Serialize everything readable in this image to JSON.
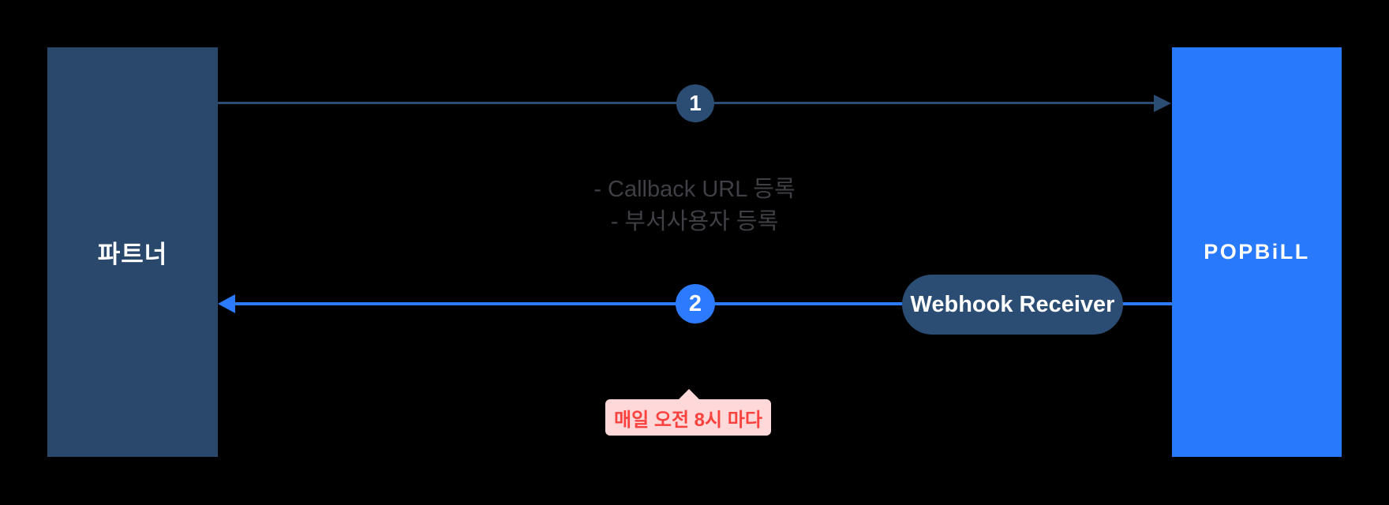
{
  "background_color": "#000000",
  "partner_box": {
    "label": "파트너",
    "color": "#2A486C"
  },
  "popbill_box": {
    "label": "POPBiLL",
    "color": "#2979FD"
  },
  "flow1": {
    "step_number": "1",
    "color": "#2B4D73",
    "direction": "partner-to-popbill"
  },
  "flow2": {
    "step_number": "2",
    "color": "#2C7BFE",
    "direction": "popbill-to-partner"
  },
  "notes": {
    "line1": "- Callback URL 등록",
    "line2": "- 부서사용자 등록",
    "text_color": "#3F4045"
  },
  "webhook_pill": {
    "label": "Webhook Receiver",
    "color": "#2B4D73"
  },
  "callout": {
    "label": "매일 오전 8시 마다",
    "background_color": "#FFD9D9",
    "text_color": "#F9423E"
  }
}
